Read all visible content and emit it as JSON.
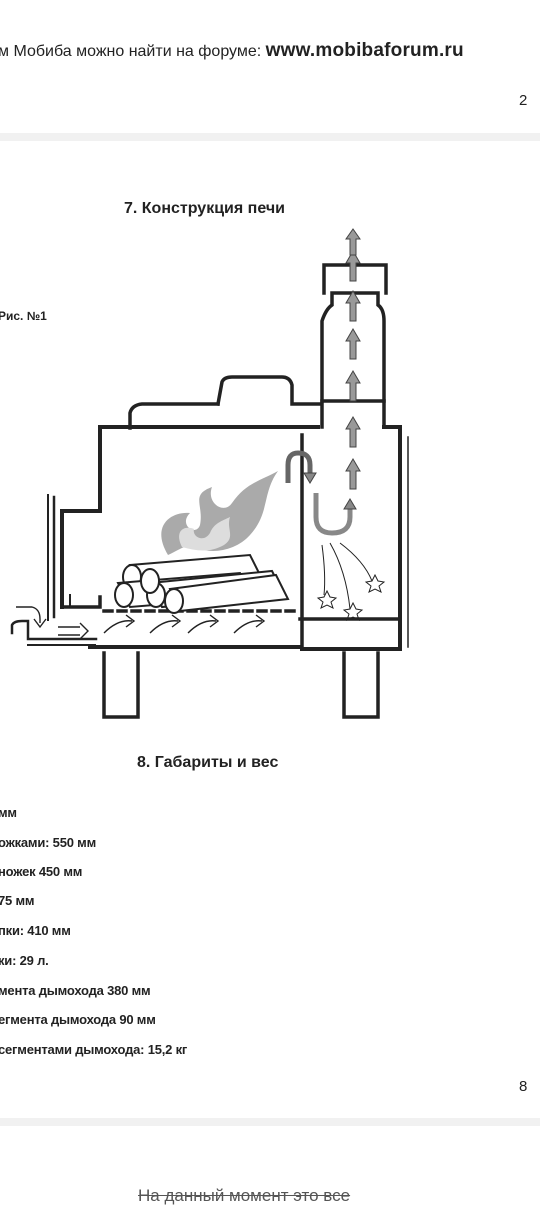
{
  "page1": {
    "forum_text": "м Мобиба можно найти на форуме:",
    "forum_url": "www.mobibaforum.ru",
    "page_number": "2"
  },
  "page2": {
    "section7_title": "7. Конструкция печи",
    "figure_label": "Рис. №1",
    "section8_title": "8. Габариты и вес",
    "specs": [
      "мм",
      "ожками: 550 мм",
      "ножек 450 мм",
      "75 мм",
      "пки: 410 мм",
      "ки: 29 л.",
      "мента дымохода 380 мм",
      "егмента дымохода 90 мм",
      "сегментами дымохода: 15,2 кг"
    ],
    "page_number": "8"
  },
  "page3": {
    "partial_text": "На данный момент это все"
  }
}
